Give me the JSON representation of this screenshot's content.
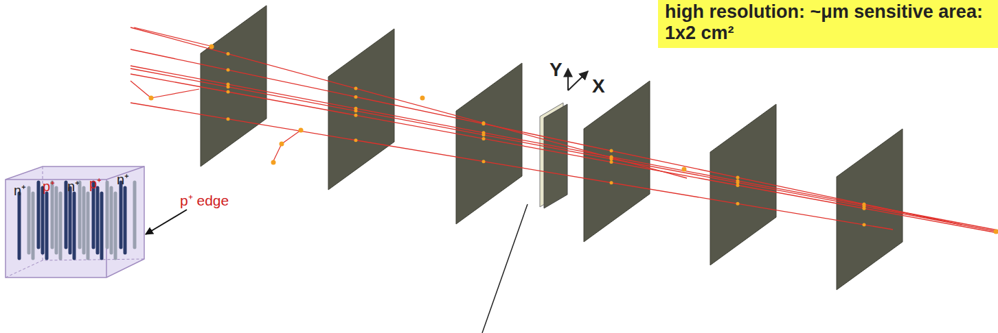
{
  "diagram": {
    "nodes": [
      {
        "text": [
          "high resolution: ~μm sensitive area: 1x2 cm²"
        ]
      }
    ],
    "labels": [
      "Y",
      "X",
      "n⁺",
      "p⁺",
      "n⁺",
      "p⁺",
      "n⁺",
      "p⁺ edge"
    ]
  }
}
